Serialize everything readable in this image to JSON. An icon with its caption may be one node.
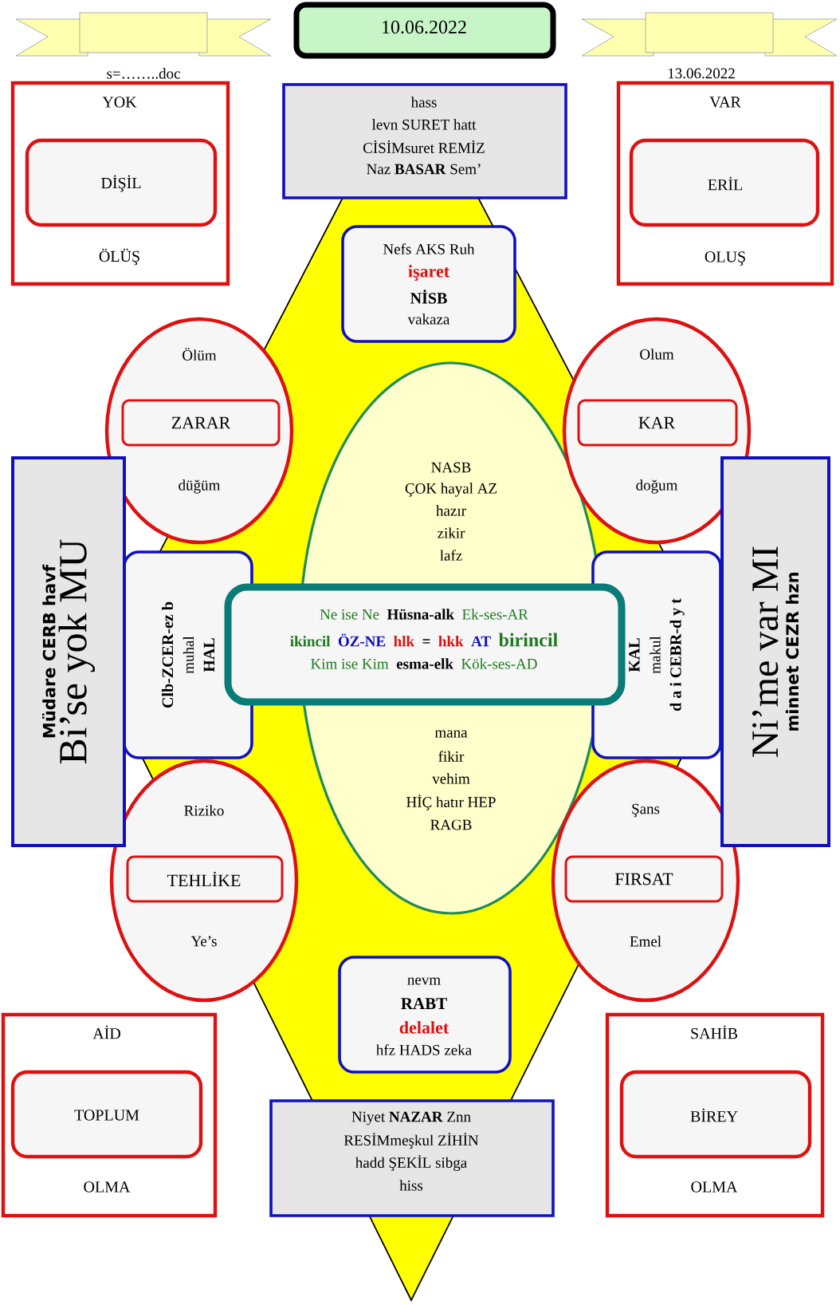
{
  "diagram": {
    "nodes": [
      {
        "text": [
          "YOK",
          "ÖLÜŞ"
        ]
      },
      {
        "text": [
          "DİŞİL"
        ],
        "in": 0
      },
      {
        "text": [
          "VAR",
          "OLUŞ"
        ]
      },
      {
        "text": [
          "ERİL"
        ],
        "in": 2
      },
      {
        "text": [
          "10.06.2022"
        ]
      },
      {
        "text": [
          "hass",
          "levn SURET hatt",
          "CİSİMsuret REMİZ",
          "Naz **BASAR** Sem’"
        ]
      },
      {
        "text": [
          "Nefs AKS Ruh",
          "işaret",
          "NİSB",
          "vakaza"
        ]
      },
      {
        "text": [
          "Ölüm",
          "düğüm"
        ]
      },
      {
        "text": [
          "ZARAR"
        ],
        "in": 7
      },
      {
        "text": [
          "Olum",
          "doğum"
        ]
      },
      {
        "text": [
          "KAR"
        ],
        "in": 9
      },
      {
        "text": [
          "Müdare CERB havf",
          "Bi’se yok MU"
        ]
      },
      {
        "text": [
          "Ni’me var MI",
          "minnet CEZR hzn"
        ]
      },
      {
        "text": [
          "Clb-ZCER-ez b",
          "muhal",
          "HAL"
        ]
      },
      {
        "text": [
          "KAL",
          "makul",
          "d a i CEBR-d y t"
        ]
      },
      {
        "text": [
          "NASB",
          "ÇOK hayal AZ",
          "hazır",
          "zikir",
          "lafz",
          "mana",
          "fikir",
          "vehim",
          "HİÇ hatır HEP",
          "RAGB"
        ]
      },
      {
        "text": [
          "Ne ise Ne",
          "Hüsna-alk",
          "Ek-ses-AR",
          "ikincil",
          "ÖZ-NE",
          "hlk",
          "=",
          "hkk",
          "AT",
          "birincil",
          "Kim ise Kim",
          "esma-elk",
          "Kök-ses-AD"
        ]
      },
      {
        "text": [
          "Riziko",
          "Ye’s"
        ]
      },
      {
        "text": [
          "TEHLİKE"
        ],
        "in": 17
      },
      {
        "text": [
          "Şans",
          "Emel"
        ]
      },
      {
        "text": [
          "FIRSAT"
        ],
        "in": 19
      },
      {
        "text": [
          "nevm",
          "RABT",
          "delalet",
          "hfz HADS zeka"
        ]
      },
      {
        "text": [
          "AİD",
          "OLMA"
        ]
      },
      {
        "text": [
          "TOPLUM"
        ],
        "in": 22
      },
      {
        "text": [
          "SAHİB",
          "OLMA"
        ]
      },
      {
        "text": [
          "BİREY"
        ],
        "in": 24
      },
      {
        "text": [
          "Niyet **NAZAR** Znn",
          "RESİMmeşkul ZİHİN",
          "hadd ŞEKİL sibga",
          "hiss"
        ]
      }
    ],
    "labels": [
      "s=……..doc",
      "13.06.2022"
    ]
  }
}
